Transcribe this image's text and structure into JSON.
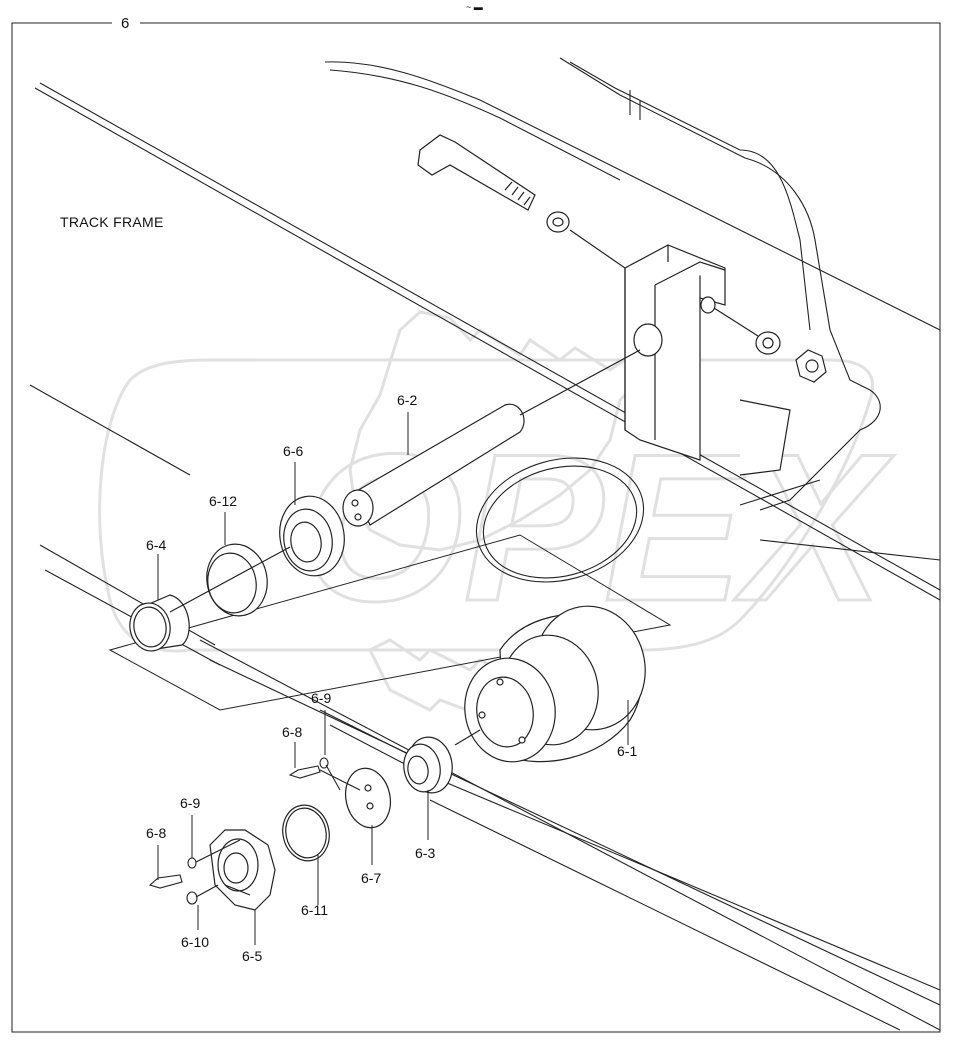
{
  "page": {
    "frame_number": "6",
    "top_mark": "~ ▬"
  },
  "title": "TRACK FRAME",
  "watermark": "OPEX",
  "callouts": {
    "c_6_1": "6-1",
    "c_6_2": "6-2",
    "c_6_3": "6-3",
    "c_6_4": "6-4",
    "c_6_5": "6-5",
    "c_6_6": "6-6",
    "c_6_7": "6-7",
    "c_6_8a": "6-8",
    "c_6_8b": "6-8",
    "c_6_9a": "6-9",
    "c_6_9b": "6-9",
    "c_6_10": "6-10",
    "c_6_11": "6-11",
    "c_6_12": "6-12"
  }
}
